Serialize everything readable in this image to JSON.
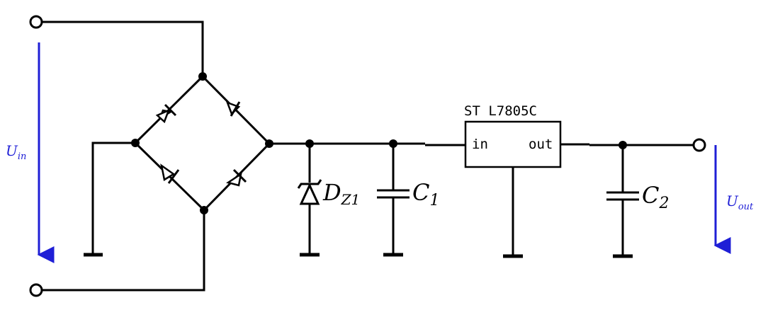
{
  "regulator": {
    "title": "ST L7805C",
    "pin_in": "in",
    "pin_out": "out"
  },
  "labels": {
    "u_in_main": "U",
    "u_in_sub": "in",
    "u_out_main": "U",
    "u_out_sub": "out",
    "zener_main": "D",
    "zener_sub": "Z1",
    "c1_main": "C",
    "c1_sub": "1",
    "c2_main": "C",
    "c2_sub": "2"
  },
  "colors": {
    "wire": "#000000",
    "arrow": "#1f1fd6"
  }
}
